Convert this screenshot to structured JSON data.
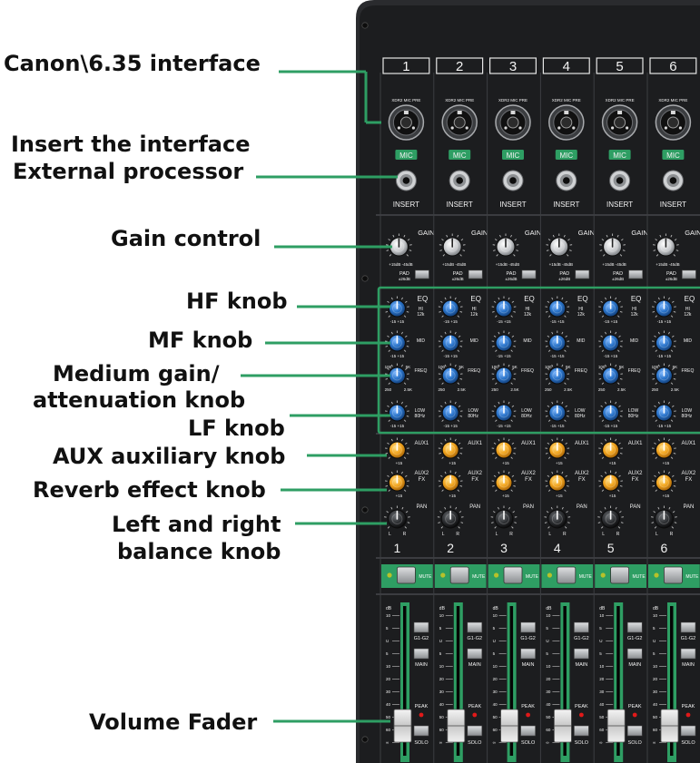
{
  "annotations": {
    "canon": "Canon\\6.35 interface",
    "insert_line1": "Insert the interface",
    "insert_line2": "External processor",
    "gain": "Gain control",
    "hf": "HF knob",
    "mf": "MF knob",
    "medium_line1": "Medium gain/",
    "medium_line2": "attenuation knob",
    "lf": "LF knob",
    "aux": "AUX auxiliary knob",
    "reverb": "Reverb effect knob",
    "pan_line1": "Left and right",
    "pan_line2": "balance knob",
    "fader": "Volume Fader"
  },
  "channels": [
    "1",
    "2",
    "3",
    "4",
    "5",
    "6"
  ],
  "panel_text": {
    "xlr_caption": "XDR2 MIC PRE",
    "mic": "MIC",
    "insert": "INSERT",
    "gain": "GAIN",
    "gain_scale": "+15dB -45dB",
    "pad": "PAD",
    "pad_value": "±26dB",
    "eq": "EQ",
    "hi": "HI",
    "hi_freq": "12k",
    "mid": "MID",
    "freq": "FREQ",
    "freq_min": "250",
    "freq_max": "2.5K",
    "freq_top_left": "100",
    "freq_top_right": "5K",
    "low": "LOW",
    "low_freq": "80Hz",
    "eq_range": "-15 +15",
    "aux1": "AUX1",
    "aux2": "AUX2",
    "fx": "FX",
    "aux_range": "+15",
    "pan": "PAN",
    "pan_l": "L",
    "pan_r": "R",
    "mute": "MUTE",
    "db": "dB",
    "fader_scale": [
      "10",
      "5",
      "U",
      "5",
      "10",
      "20",
      "30",
      "40",
      "50",
      "60",
      "∞"
    ],
    "g1g2": "G1-G2",
    "main": "MAIN",
    "peak": "PEAK",
    "solo": "SOLO"
  },
  "colors": {
    "panel": "#1c1d1f",
    "accent_green": "#2e9e63",
    "eq_knob": "#2a73c8",
    "aux_knob": "#f2a51f",
    "peak_led": "#e01919",
    "signal_led": "#b7c22a"
  },
  "icons": [
    "xlr-combo-jack-icon",
    "quarter-inch-jack-icon",
    "knob-icon",
    "led-icon",
    "fader-cap-icon"
  ]
}
